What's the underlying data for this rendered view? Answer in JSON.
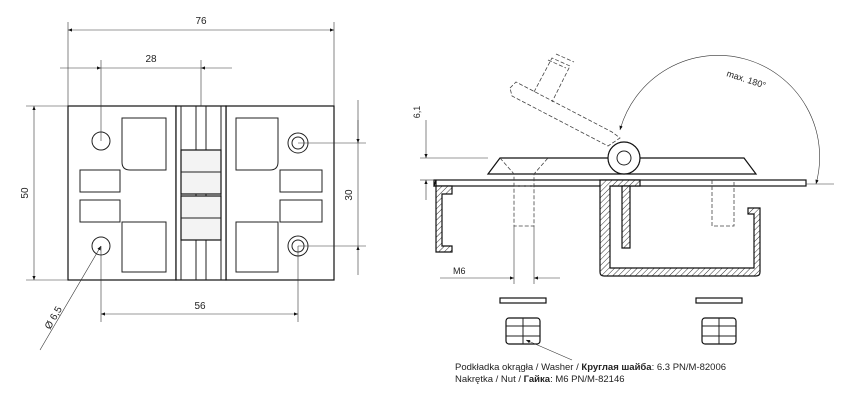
{
  "dimensions": {
    "overall_width": "76",
    "knuckle_offset": "28",
    "height": "50",
    "hole_spacing_vertical": "30",
    "hole_spacing_horizontal": "56",
    "hole_diameter": "Ø 6,5",
    "offset_height": "6,1",
    "rotation": "max. 180°",
    "bolt_size": "M6"
  },
  "notes": {
    "washer": {
      "label_prefix": "Podkładka okrągła / Washer / ",
      "label_bold": "Круглая шайба",
      "spec": ":   6.3 PN/M-82006"
    },
    "nut": {
      "label_prefix": "Nakrętka / Nut / ",
      "label_bold": "Гайка",
      "spec": ":   M6 PN/M-82146"
    }
  }
}
